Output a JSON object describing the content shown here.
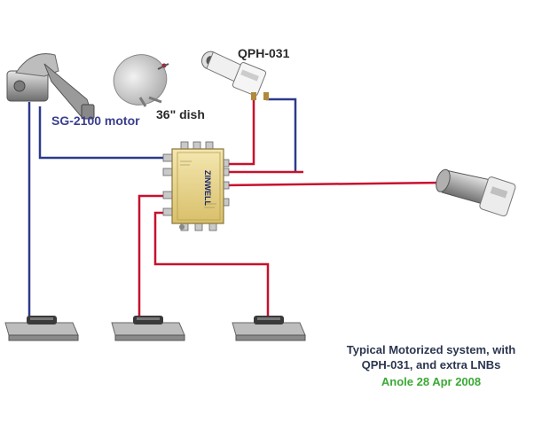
{
  "labels": {
    "motor": "SG-2100 motor",
    "dish": "36\" dish",
    "qph": "QPH-031",
    "switch_brand": "ZINWELL"
  },
  "caption": {
    "line1": "Typical Motorized system, with",
    "line2": "QPH-031, and extra LNBs",
    "credit": "Anole 28 Apr 2008"
  },
  "colors": {
    "blue_cable": "#2e3a8c",
    "red_cable": "#c8102e",
    "caption_text": "#2c3550",
    "credit_text": "#3aa935",
    "motor_label": "#3a3f8f"
  },
  "devices": [
    "sg-2100-motor",
    "36-inch-dish",
    "qph-031-lnb",
    "multiswitch",
    "extra-lnb",
    "receiver-1",
    "receiver-2",
    "receiver-3"
  ]
}
